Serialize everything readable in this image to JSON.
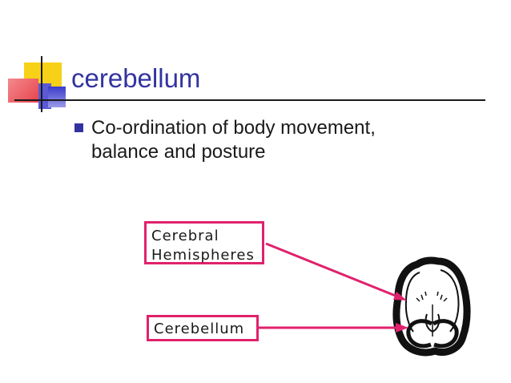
{
  "slide": {
    "title": "cerebellum",
    "bullets": [
      {
        "line1": "Co-ordination of body movement,",
        "line2": "balance and posture"
      }
    ]
  },
  "diagram": {
    "labels": {
      "hemispheres_line1": "Cerebral",
      "hemispheres_line2": "Hemispheres",
      "cerebellum": "Cerebellum"
    },
    "colors": {
      "accent": "#e0226c",
      "title": "#3333a0",
      "logo_yellow": "#f7d117",
      "logo_red": "#e8434b",
      "logo_blue": "#3b3bcc"
    }
  }
}
